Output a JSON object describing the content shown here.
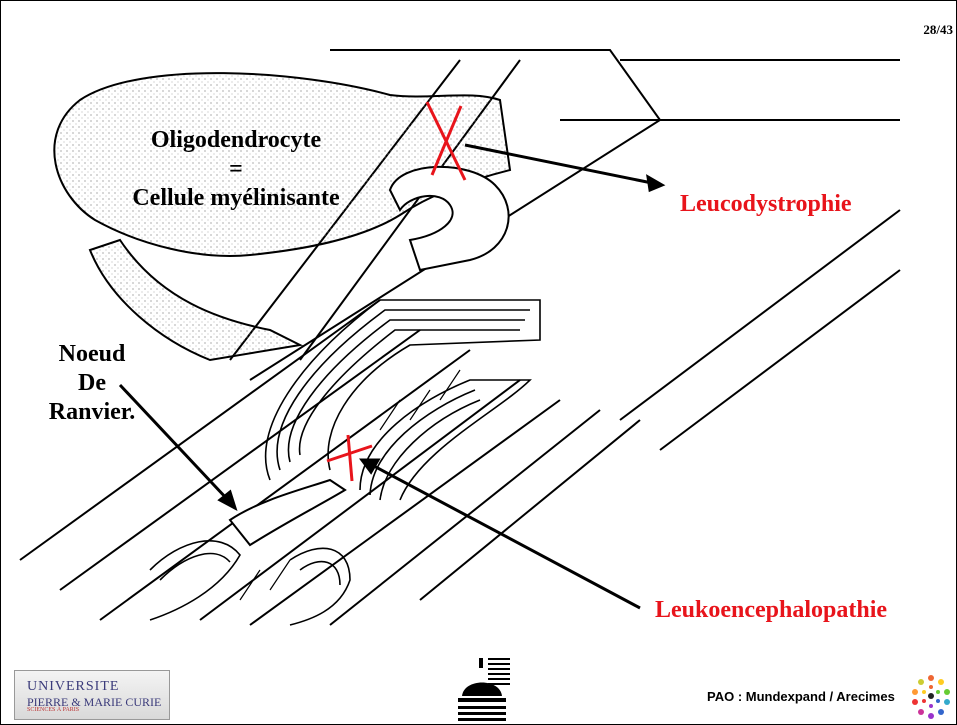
{
  "page_number": "28/43",
  "labels": {
    "oligodendrocyte": "Oligodendrocyte",
    "equals": "=",
    "cellule": "Cellule myélinisante",
    "noeud": "Noeud",
    "de": "De",
    "ranvier": "Ranvier.",
    "leucodystrophie": "Leucodystrophie",
    "leukoencephalopathie": "Leukoencephalopathie"
  },
  "footer": {
    "credit": "PAO : Mundexpand / Arecimes",
    "university_logo_line1": "UNIVERSITE",
    "university_logo_line2": "PIERRE & MARIE CURIE",
    "university_logo_line3": "SCIENCES À PARIS"
  },
  "colors": {
    "lesion_mark": "#e8141b",
    "label_red": "#e8141b",
    "ink": "#000000"
  }
}
